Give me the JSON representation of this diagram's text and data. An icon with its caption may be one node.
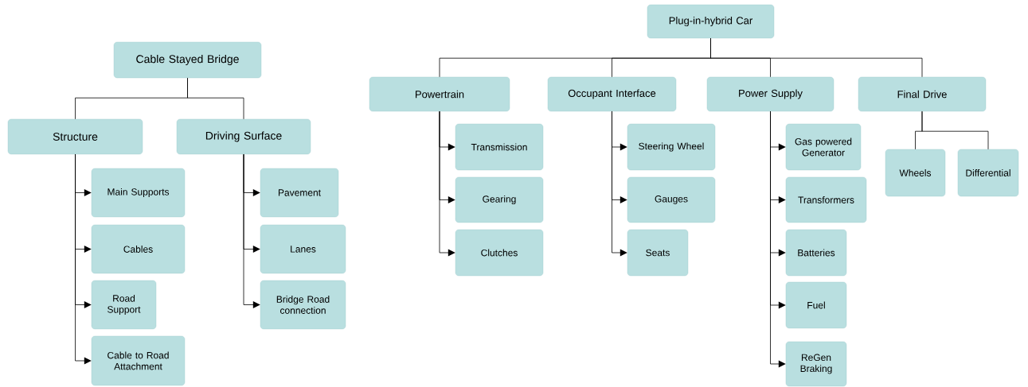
{
  "diagram": {
    "nodes": [
      {
        "text": [
          "Cable Stayed Bridge"
        ]
      },
      {
        "text": [
          "Structure"
        ]
      },
      {
        "text": [
          "Driving Surface"
        ]
      },
      {
        "text": [
          "Main Supports"
        ]
      },
      {
        "text": [
          "Cables"
        ]
      },
      {
        "text": [
          "Road Support"
        ]
      },
      {
        "text": [
          "Cable to Road Attachment"
        ]
      },
      {
        "text": [
          "Pavement"
        ]
      },
      {
        "text": [
          "Lanes"
        ]
      },
      {
        "text": [
          "Bridge Road connection"
        ]
      },
      {
        "text": [
          "Plug-in-hybrid Car"
        ]
      },
      {
        "text": [
          "Powertrain"
        ]
      },
      {
        "text": [
          "Occupant Interface"
        ]
      },
      {
        "text": [
          "Power Supply"
        ]
      },
      {
        "text": [
          "Final Drive"
        ]
      },
      {
        "text": [
          "Transmission"
        ]
      },
      {
        "text": [
          "Gearing"
        ]
      },
      {
        "text": [
          "Clutches"
        ]
      },
      {
        "text": [
          "Steering Wheel"
        ]
      },
      {
        "text": [
          "Gauges"
        ]
      },
      {
        "text": [
          "Seats"
        ]
      },
      {
        "text": [
          "Gas powered Generator"
        ]
      },
      {
        "text": [
          "Transformers"
        ]
      },
      {
        "text": [
          "Batteries"
        ]
      },
      {
        "text": [
          "Fuel"
        ]
      },
      {
        "text": [
          "ReGen Braking"
        ]
      },
      {
        "text": [
          "Wheels"
        ]
      },
      {
        "text": [
          "Differential"
        ]
      }
    ],
    "edges": [
      {
        "from": 0,
        "to": 1,
        "arrow": "none"
      },
      {
        "from": 0,
        "to": 2,
        "arrow": "none"
      },
      {
        "from": 1,
        "to": 3,
        "arrow": "to"
      },
      {
        "from": 1,
        "to": 4,
        "arrow": "to"
      },
      {
        "from": 1,
        "to": 5,
        "arrow": "to"
      },
      {
        "from": 1,
        "to": 6,
        "arrow": "to"
      },
      {
        "from": 2,
        "to": 7,
        "arrow": "to"
      },
      {
        "from": 2,
        "to": 8,
        "arrow": "to"
      },
      {
        "from": 2,
        "to": 9,
        "arrow": "to"
      },
      {
        "from": 10,
        "to": 11,
        "arrow": "none"
      },
      {
        "from": 10,
        "to": 12,
        "arrow": "none"
      },
      {
        "from": 10,
        "to": 13,
        "arrow": "none"
      },
      {
        "from": 10,
        "to": 14,
        "arrow": "none"
      },
      {
        "from": 11,
        "to": 15,
        "arrow": "to"
      },
      {
        "from": 11,
        "to": 16,
        "arrow": "to"
      },
      {
        "from": 11,
        "to": 17,
        "arrow": "to"
      },
      {
        "from": 12,
        "to": 18,
        "arrow": "to"
      },
      {
        "from": 12,
        "to": 19,
        "arrow": "to"
      },
      {
        "from": 12,
        "to": 20,
        "arrow": "to"
      },
      {
        "from": 13,
        "to": 21,
        "arrow": "to"
      },
      {
        "from": 13,
        "to": 22,
        "arrow": "to"
      },
      {
        "from": 13,
        "to": 23,
        "arrow": "to"
      },
      {
        "from": 13,
        "to": 24,
        "arrow": "to"
      },
      {
        "from": 13,
        "to": 25,
        "arrow": "to"
      },
      {
        "from": 14,
        "to": 26,
        "arrow": "none"
      },
      {
        "from": 14,
        "to": 27,
        "arrow": "none"
      }
    ]
  }
}
